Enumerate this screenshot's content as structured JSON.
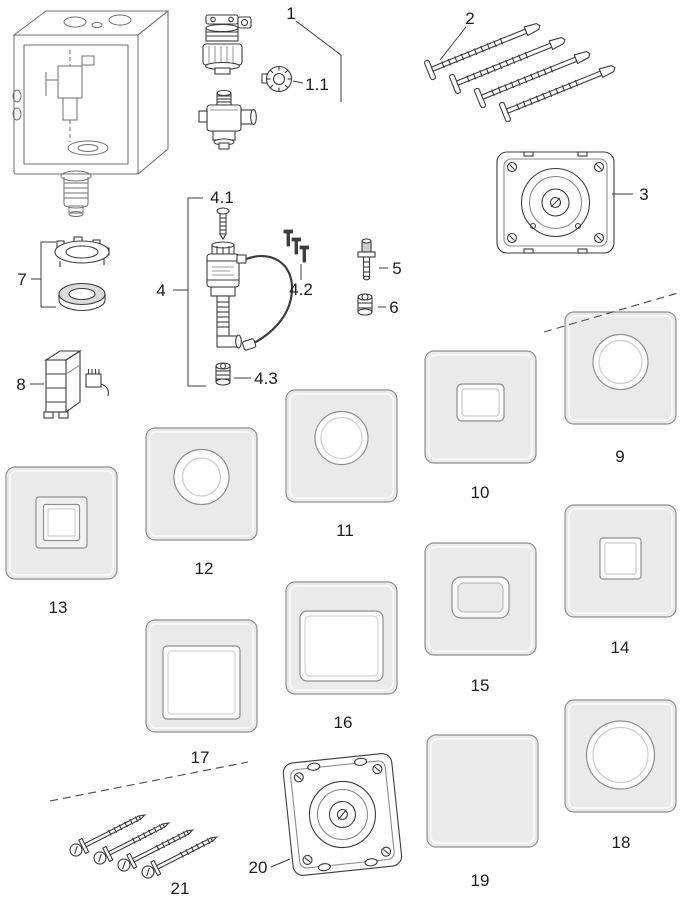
{
  "labels": {
    "p1": "1",
    "p1_1": "1.1",
    "p2": "2",
    "p3": "3",
    "p4": "4",
    "p4_1": "4.1",
    "p4_2": "4.2",
    "p4_3": "4.3",
    "p5": "5",
    "p6": "6",
    "p7": "7",
    "p8": "8",
    "p9": "9",
    "p10": "10",
    "p11": "11",
    "p12": "12",
    "p13": "13",
    "p14": "14",
    "p15": "15",
    "p16": "16",
    "p17": "17",
    "p18": "18",
    "p19": "19",
    "p20": "20",
    "p21": "21"
  },
  "colors": {
    "line": "#3c3c3c",
    "light_line": "#8f8f8f",
    "plate_fill": "#eaeaea",
    "background": "#ffffff"
  }
}
